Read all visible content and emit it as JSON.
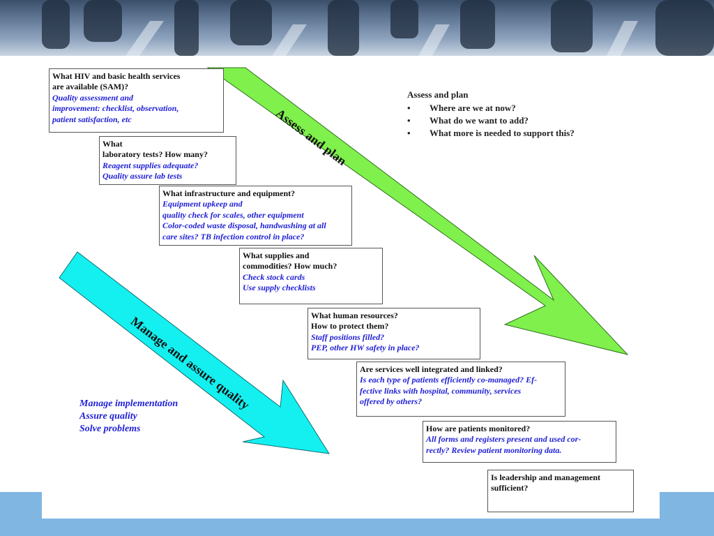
{
  "arrows": {
    "assess_label": "Assess and plan",
    "manage_label": "Manage and assure quality",
    "assess_color": "#7ff04c",
    "manage_color": "#14f0f0"
  },
  "plan_summary": {
    "heading": "Assess and plan",
    "items": [
      "Where are we at now?",
      "What do we want to add?",
      "What more is needed to support this?"
    ]
  },
  "manage_summary": {
    "items": [
      "Manage implementation",
      "Assure quality",
      "Solve problems"
    ]
  },
  "boxes": [
    {
      "questions": [
        "What HIV and basic health services",
        "are available (SAM)?"
      ],
      "answers": [
        "Quality assessment and",
        "improvement: checklist, observation,",
        "patient satisfaction, etc"
      ]
    },
    {
      "questions": [
        "What",
        "laboratory tests? How many?"
      ],
      "answers": [
        "Reagent supplies adequate?",
        "Quality assure lab tests"
      ]
    },
    {
      "questions": [
        "What infrastructure and equipment?"
      ],
      "answers": [
        "Equipment upkeep and",
        "quality check for scales, other equipment",
        "Color-coded waste disposal, handwashing at all",
        "care sites? TB infection control in place?"
      ]
    },
    {
      "questions": [
        "What supplies and",
        "commodities? How much?"
      ],
      "answers": [
        "Check stock cards",
        "Use supply checklists"
      ]
    },
    {
      "questions": [
        "What human resources?",
        "How to protect them?"
      ],
      "answers": [
        "Staff positions filled?",
        "PEP, other HW safety in place?"
      ]
    },
    {
      "questions": [
        "Are services well integrated and linked?"
      ],
      "answers": [
        "Is each type of patients efficiently co-managed? Ef-",
        "fective links with hospital, community, services",
        "offered by others?"
      ]
    },
    {
      "questions": [
        "How are patients monitored?"
      ],
      "answers": [
        "All forms and registers present and used cor-",
        "rectly? Review patient monitoring data."
      ]
    },
    {
      "questions": [
        "Is leadership and management",
        "sufficient?"
      ],
      "answers": []
    }
  ]
}
